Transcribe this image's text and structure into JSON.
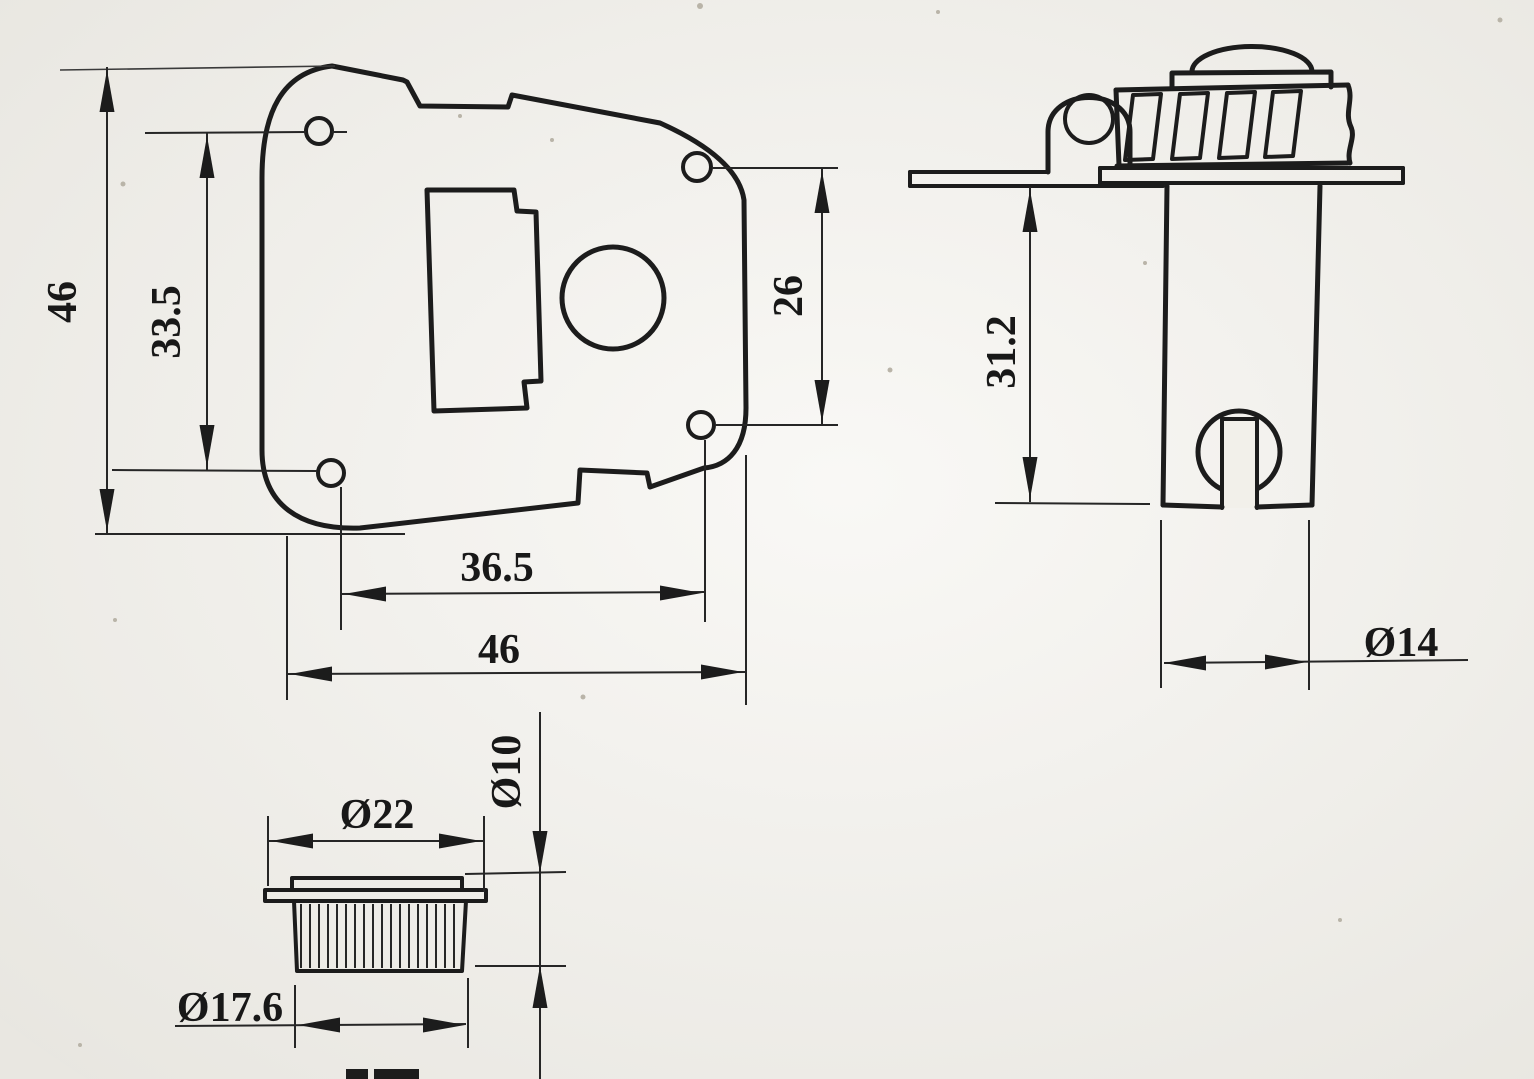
{
  "document": {
    "kind": "scanned technical drawing, three orthographic views of a guitar tuner / latch plate assembly",
    "units_note": "mm"
  },
  "views": {
    "front": {
      "label": "plate front view",
      "dimensions": {
        "overall_height": "46",
        "left_hole_spacing": "33.5",
        "right_hole_spacing": "26",
        "lower_hole_spacing": "36.5",
        "overall_width": "46"
      }
    },
    "side": {
      "label": "side view with shaft and knurled knob",
      "dimensions": {
        "shaft_length": "31.2",
        "shaft_diameter": "Ø14"
      }
    },
    "bushing": {
      "label": "knurled flange bushing",
      "dimensions": {
        "flange_diameter": "Ø22",
        "bore_diameter": "Ø10",
        "knurl_diameter": "Ø17.6"
      }
    }
  },
  "colors": {
    "paper": "#f2f0ea",
    "ink": "#1c1c1c"
  }
}
